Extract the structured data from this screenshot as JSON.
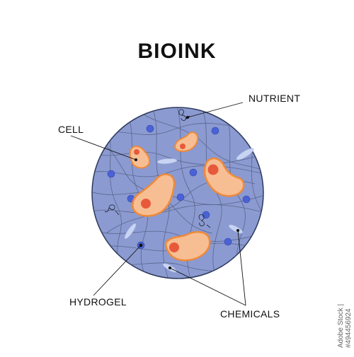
{
  "diagram": {
    "title": "BIOINK",
    "labels": {
      "nutrient": "NUTRIENT",
      "cell": "CELL",
      "hydrogel": "HYDROGEL",
      "chemicals": "CHEMICALS"
    },
    "watermark": "Adobe Stock | #494456924",
    "colors": {
      "circle_fill": "#8b9ad0",
      "circle_stroke": "#2d3a5c",
      "fiber": "#4a5578",
      "node": "#4a62d6",
      "cell_body": "#f7be93",
      "cell_outline": "#ee8a3a",
      "nucleus": "#e8593c",
      "chemical": "#c8d4f2",
      "leader_line": "#111111"
    }
  }
}
